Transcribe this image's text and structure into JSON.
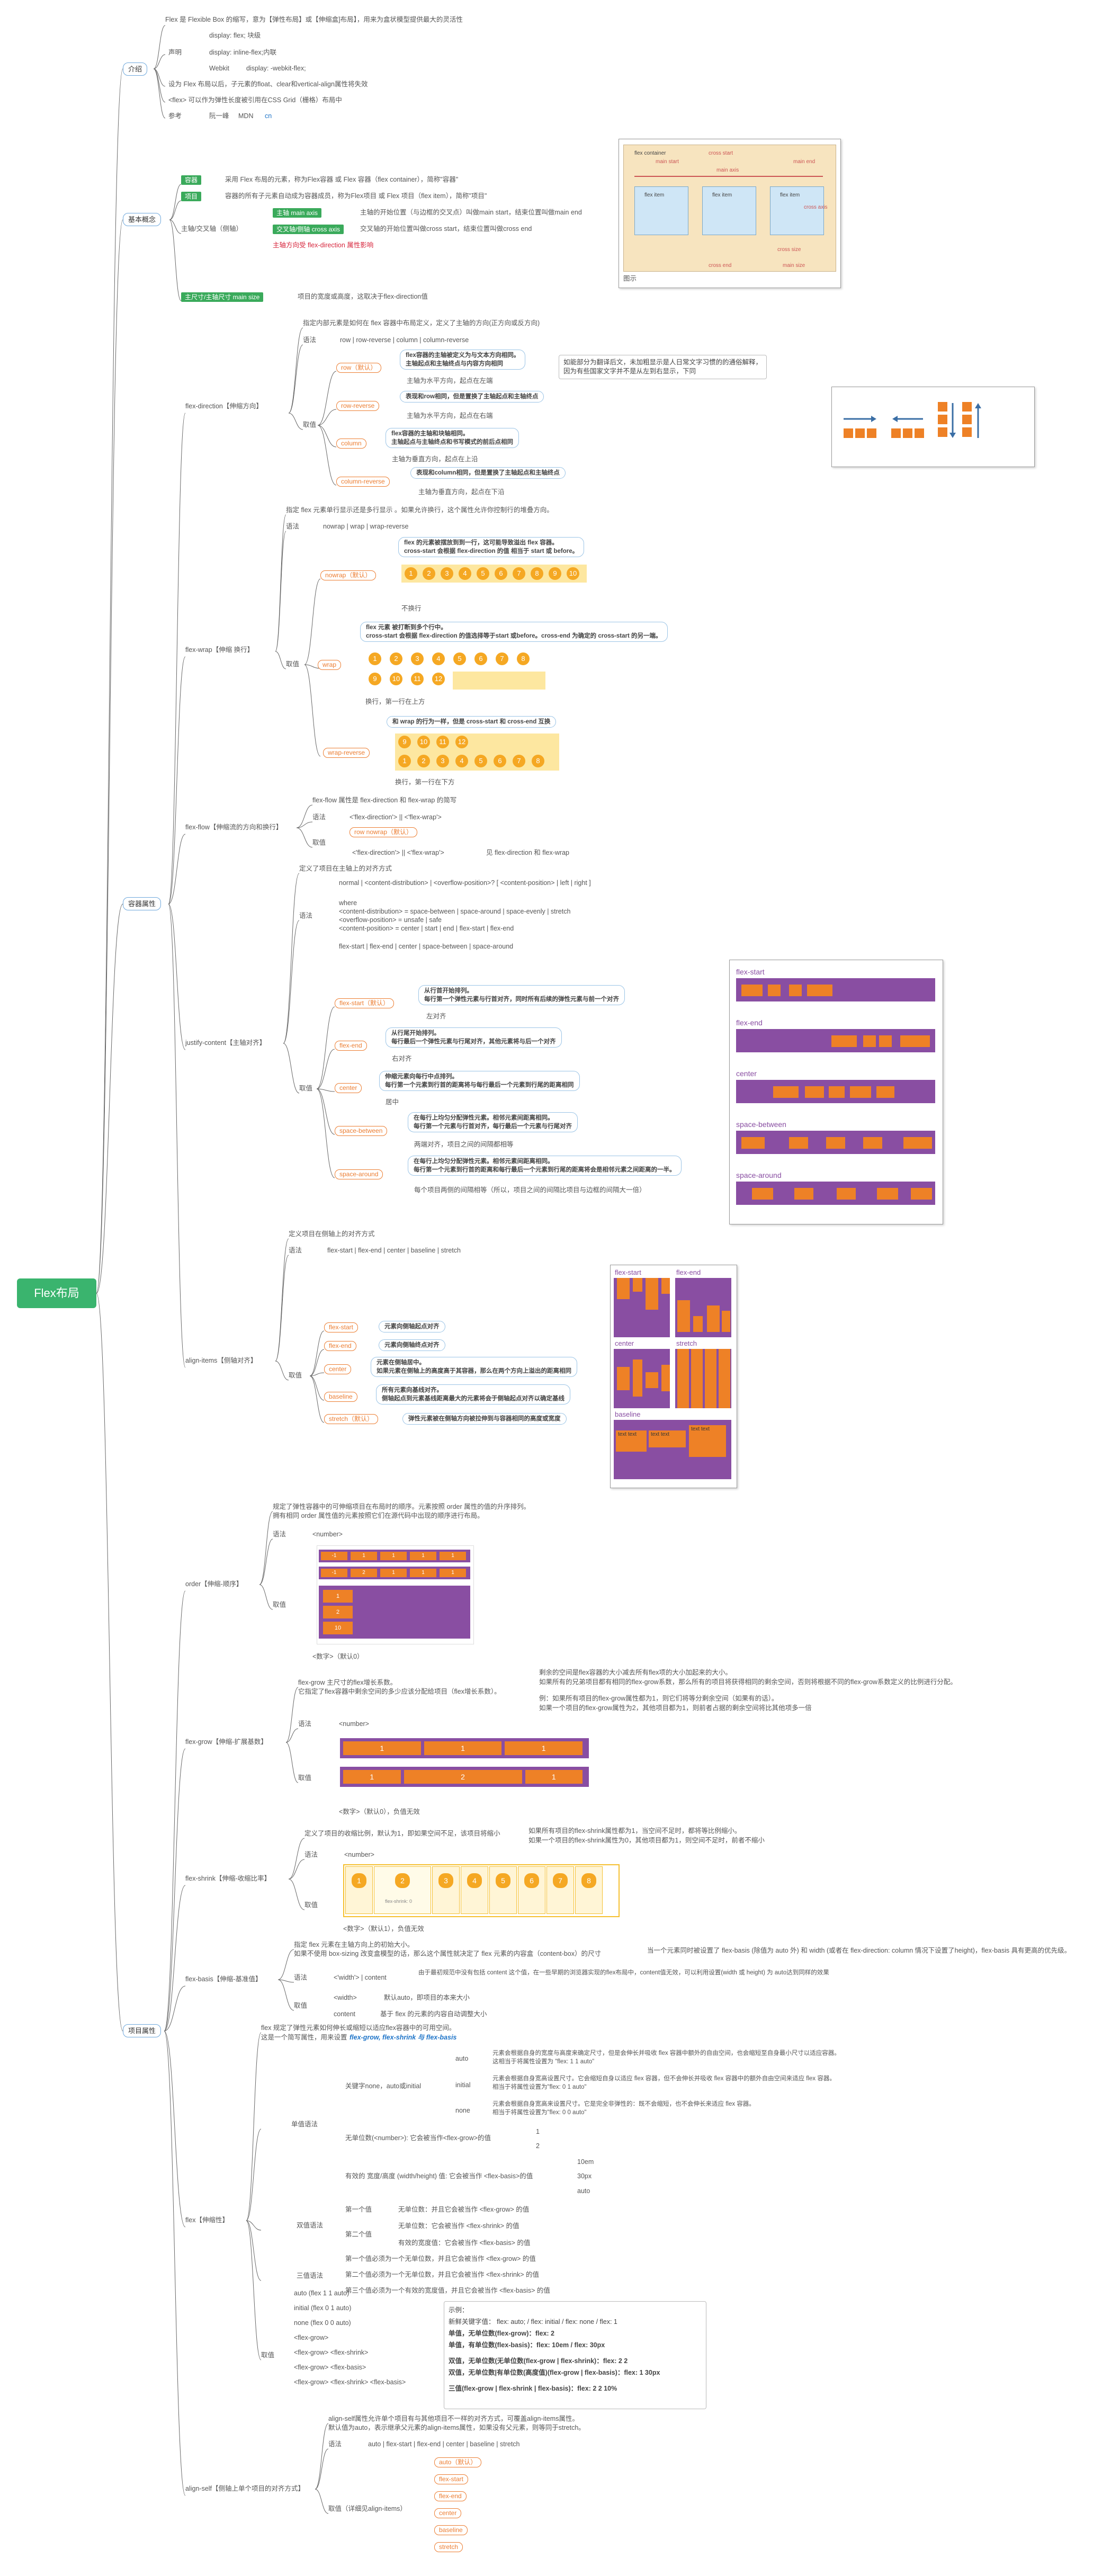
{
  "root": "Flex布局",
  "branches": {
    "intro": "介绍",
    "basics": "基本概念",
    "container": "容器属性",
    "item": "项目属性"
  },
  "intro": {
    "desc": "Flex 是 Flexible Box 的缩写，意为【弹性布局】或【伸缩盒]布局】，用来为盒状模型提供最大的灵活性",
    "decl": "声明",
    "decl1": "display: flex; 块级",
    "decl2": "display: inline-flex;内联",
    "webkit": "Webkit",
    "webkit1": "display: -webkit-flex;",
    "after": "设为 Flex 布局以后，子元素的float、clear和vertical-align属性将失效",
    "grid": "<flex> 可以作为弹性长度被引用在CSS Grid（栅格）布局中",
    "ref": "参考",
    "ref1": "阮一峰",
    "ref2": "MDN",
    "ref3": "cn"
  },
  "basics": {
    "container_tag": "容器",
    "container_txt": "采用 Flex 布局的元素，称为Flex容器 或 Flex 容器（flex container），简称\"容器\"",
    "item_tag": "项目",
    "item_txt": "容器的所有子元素自动成为容器成员，称为Flex项目 或 Flex 项目（flex item），简称\"项目\"",
    "axis": "主轴/交叉轴（侧轴）",
    "main_tag": "主轴 main axis",
    "main_txt": "主轴的开始位置（与边框的交叉点）叫做main start，结束位置叫做main end",
    "cross_tag": "交叉轴/侧轴 cross axis",
    "cross_txt": "交叉轴的开始位置叫做cross start，结束位置叫做cross end",
    "dir_txt": "主轴方向受 flex-direction 属性影响",
    "size_tag": "主尺寸/主轴尺寸 main size",
    "size_txt": "项目的宽度或高度，这取决于flex-direction值",
    "fig": "图示",
    "fig_container": "flex container",
    "fig_item": "flex item",
    "fig_main_start": "main start",
    "fig_main_end": "main end",
    "fig_main_axis": "main axis",
    "fig_main_size": "main size",
    "fig_cross_start": "cross start",
    "fig_cross_end": "cross end",
    "fig_cross_axis": "cross axis",
    "fig_cross_size": "cross size"
  },
  "direction": {
    "name": "flex-direction【伸缩方向】",
    "desc": "指定内部元素是如何在 flex 容器中布局定义，定义了主轴的方向(正方向或反方向)",
    "syntax_label": "语法",
    "syntax": "row | row-reverse | column | column-reverse",
    "value_label": "取值",
    "row": "row（默认）",
    "row1": "flex容器的主轴被定义为与文本方向相同。",
    "row2": "主轴起点和主轴终点与内容方向相同",
    "row3": "主轴为水平方向，起点在左端",
    "rowrev": "row-reverse",
    "rowrev1": "表现和row相同，但是置换了主轴起点和主轴终点",
    "rowrev2": "主轴为水平方向，起点在右端",
    "col": "column",
    "col1": "flex容器的主轴和块轴相同。",
    "col2": "主轴起点与主轴终点和书写模式的前后点相同",
    "col3": "主轴为垂直方向，起点在上沿",
    "colrev": "column-reverse",
    "colrev1": "表现和column相同，但是置换了主轴起点和主轴终点",
    "colrev2": "主轴为垂直方向，起点在下沿",
    "note1": "如能部分为翻译后文，未加粗显示是人日常文字习惯的的通俗解释，",
    "note2": "因为有些国家文字并不是从左到右显示，下同"
  },
  "wrap": {
    "name": "flex-wrap【伸缩 换行】",
    "desc": "指定 flex 元素单行显示还是多行显示 。如果允许换行，这个属性允许你控制行的堆叠方向。",
    "syntax_label": "语法",
    "syntax": "nowrap | wrap | wrap-reverse",
    "value_label": "取值",
    "nowrap": "nowrap（默认）",
    "nowrap1": "flex 的元素被摆放到到一行，这可能导致溢出 flex 容器。",
    "nowrap2": "cross-start 会根据 flex-direction 的值 相当于 start 或 before。",
    "nowrap3": "不换行",
    "wrap": "wrap",
    "wrap1": "flex 元素 被打断到多个行中。",
    "wrap2": "cross-start 会根据 flex-direction 的值选择等于start 或before。cross-end 为确定的 cross-start 的另一端。",
    "wrap3": "换行，第一行在上方",
    "wraprev": "wrap-reverse",
    "wraprev1": "和 wrap 的行为一样，但是 cross-start 和 cross-end 互换",
    "wraprev2": "换行，第一行在下方",
    "nums_a": [
      "1",
      "2",
      "3",
      "4",
      "5",
      "6",
      "7",
      "8",
      "9",
      "10"
    ],
    "nums_b1": [
      "1",
      "2",
      "3",
      "4",
      "5",
      "6",
      "7",
      "8"
    ],
    "nums_b2": [
      "9",
      "10",
      "11",
      "12"
    ],
    "nums_c1": [
      "9",
      "10",
      "11",
      "12"
    ],
    "nums_c2": [
      "1",
      "2",
      "3",
      "4",
      "5",
      "6",
      "7",
      "8"
    ]
  },
  "flow": {
    "name": "flex-flow【伸缩流的方向和换行】",
    "desc": "flex-flow 属性是 flex-direction 和 flex-wrap 的简写",
    "syntax_label": "语法",
    "syntax": "<'flex-direction'> || <'flex-wrap'>",
    "value_label": "取值",
    "v1": "row nowrap（默认）",
    "v2": "<'flex-direction'> || <'flex-wrap'>",
    "v2n": "见 flex-direction 和 flex-wrap"
  },
  "justify": {
    "name": "justify-content【主轴对齐】",
    "desc": "定义了项目在主轴上的对齐方式",
    "syntax_label": "语法",
    "s1": "normal | <content-distribution> | <overflow-position>? [ <content-position> | left | right ]",
    "s2": "where",
    "s3": "<content-distribution> = space-between | space-around | space-evenly | stretch",
    "s4": "<overflow-position> = unsafe | safe",
    "s5": "<content-position> = center | start | end | flex-start | flex-end",
    "s6": "flex-start | flex-end | center | space-between | space-around",
    "value_label": "取值",
    "fs": "flex-start（默认）",
    "fs1": "从行首开始排列。",
    "fs2": "每行第一个弹性元素与行首对齐，同时所有后续的弹性元素与前一个对齐",
    "fs3": "左对齐",
    "fe": "flex-end",
    "fe1": "从行尾开始排列。",
    "fe2": "每行最后一个弹性元素与行尾对齐，其他元素将与后一个对齐",
    "fe3": "右对齐",
    "ct": "center",
    "ct1": "伸缩元素向每行中点排列。",
    "ct2": "每行第一个元素到行首的距离将与每行最后一个元素到行尾的距离相同",
    "ct3": "居中",
    "sb": "space-between",
    "sb1": "在每行上均匀分配弹性元素。相邻元素间距离相同。",
    "sb2": "每行第一个元素与行首对齐，每行最后一个元素与行尾对齐",
    "sb3": "两端对齐，项目之间的间隔都相等",
    "sa": "space-around",
    "sa1": "在每行上均匀分配弹性元素。相邻元素间距离相同。",
    "sa2": "每行第一个元素到行首的距离和每行最后一个元素到行尾的距离将会是相邻元素之间距离的一半。",
    "sa3": "每个项目两侧的间隔相等（所以，项目之间的间隔比项目与边框的间隔大一倍）",
    "labels": [
      "flex-start",
      "flex-end",
      "center",
      "space-between",
      "space-around"
    ]
  },
  "align": {
    "name": "align-items【侧轴对齐】",
    "desc": "定义项目在侧轴上的对齐方式",
    "syntax_label": "语法",
    "syntax": "flex-start | flex-end | center | baseline | stretch",
    "value_label": "取值",
    "fs": "flex-start",
    "fs1": "元素向侧轴起点对齐",
    "fe": "flex-end",
    "fe1": "元素向侧轴终点对齐",
    "ct": "center",
    "ct1": "元素在侧轴居中。",
    "ct2": "如果元素在侧轴上的高度高于其容器，那么在两个方向上溢出的距离相同",
    "bl": "baseline",
    "bl1": "所有元素向基线对齐。",
    "bl2": "侧轴起点到元素基线距离最大的元素将会于侧轴起点对齐以确定基线",
    "st": "stretch（默认）",
    "st1": "弹性元素被在侧轴方向被拉伸到与容器相同的高度或宽度",
    "labels": [
      "flex-start",
      "flex-end",
      "center",
      "stretch",
      "baseline"
    ],
    "text": "text text"
  },
  "order": {
    "name": "order【伸缩-顺序】",
    "desc1": "规定了弹性容器中的可伸缩项目在布局时的顺序。元素按照 order 属性的值的升序排列。",
    "desc2": "拥有相同 order 属性值的元素按照它们在源代码中出现的顺序进行布局。",
    "syntax_label": "语法",
    "syntax": "<number>",
    "value_label": "取值",
    "value": "<数字>（默认0）",
    "row1": [
      "-1",
      "1",
      "1",
      "1",
      "1"
    ],
    "row2": [
      "-1",
      "2",
      "1",
      "1",
      "1"
    ],
    "col": [
      "1",
      "2",
      "10"
    ]
  },
  "grow": {
    "name": "flex-grow【伸缩-扩展基数】",
    "desc1": "flex-grow 主尺寸的flex增长系数。",
    "desc2": "它指定了flex容器中剩余空间的多少应该分配给项目（flex增长系数）。",
    "n1": "剩余的空间是flex容器的大小减去所有flex项的大小加起来的大小。",
    "n2": "如果所有的兄弟项目都有相同的flex-grow系数，那么所有的项目将获得相同的剩余空间，否则将根据不同的flex-grow系数定义的比例进行分配。",
    "n3": "例：如果所有项目的flex-grow属性都为1，则它们将等分剩余空间（如果有的话）。",
    "n4": "如果一个项目的flex-grow属性为2，其他项目都为1，则前者占据的剩余空间将比其他项多一倍",
    "syntax_label": "语法",
    "syntax": "<number>",
    "value_label": "取值",
    "value": "<数字>（默认0），负值无效",
    "b1": [
      "1",
      "1",
      "1"
    ],
    "b2": [
      "1",
      "2",
      "1"
    ]
  },
  "shrink": {
    "name": "flex-shrink【伸缩-收缩比率】",
    "desc": "定义了项目的收缩比例，默认为1，即如果空间不足，该项目将缩小",
    "n1": "如果所有项目的flex-shrink属性都为1，当空间不足时，都将等比例缩小。",
    "n2": "如果一个项目的flex-shrink属性为0，其他项目都为1，则空间不足时，前者不缩小",
    "syntax_label": "语法",
    "syntax": "<number>",
    "value_label": "取值",
    "value": "<数字>（默认1），负值无效",
    "nums": [
      "1",
      "2",
      "3",
      "4",
      "5",
      "6",
      "7",
      "8"
    ],
    "flex_shrink_0": "flex-shrink: 0"
  },
  "basis": {
    "name": "flex-basis【伸缩-基准值】",
    "desc1": "指定 flex 元素在主轴方向上的初始大小。",
    "desc2": "如果不使用 box-sizing 改变盒模型的话，那么这个属性就决定了 flex 元素的内容盒（content-box）的尺寸",
    "desc3": "当一个元素同时被设置了 flex-basis (除值为 auto 外) 和 width (或者在 flex-direction: column 情况下设置了height)，flex-basis 具有更高的优先级。",
    "syntax_label": "语法",
    "syntax": "<'width'> | content",
    "syntax_n": "由于最初规范中没有包括 content 这个值，在一些早期的浏览器实现的flex布局中，content值无效，可以利用设置(width 或 height) 为 auto达到同样的效果",
    "value_label": "取值",
    "v1": "<width>",
    "v1n": "默认auto，即项目的本来大小",
    "v2": "content",
    "v2n": "基于 flex 的元素的内容自动调整大小"
  },
  "flex": {
    "name": "flex【伸缩性】",
    "desc1": "flex 规定了弹性元素如何伸长或缩短以适应flex容器中的可用空间。",
    "desc2": "这是一个简写属性，用来设置",
    "desc3": "flex-grow, flex-shrink 与 flex-basis",
    "single": "单值语法",
    "kw": "关键字none，auto或initial",
    "auto": "auto",
    "auto1": "元素会根据自身的宽度与高度来确定尺寸，但是会伸长并吸收 flex 容器中额外的自由空间，也会缩短至自身最小尺寸以适应容器。",
    "auto2": "这相当于将属性设置为 \"flex: 1 1 auto\"",
    "initial": "initial",
    "init1": "元素会根据自身宽高设置尺寸。它会缩短自身以适应 flex 容器，但不会伸长并吸收 flex 容器中的额外自由空间来适应 flex 容器。",
    "init2": "相当于将属性设置为\"flex: 0 1 auto\"",
    "none": "none",
    "none1": "元素会根据自身宽高来设置尺寸。它是完全非弹性的：既不会缩短，也不会伸长来适应 flex 容器。",
    "none2": "相当于将属性设置为\"flex: 0 0 auto\"",
    "num": "无单位数(<number>): 它会被当作<flex-grow>的值",
    "num_a": "1",
    "num_b": "2",
    "wh": "有效的 宽度/高度 (width/height) 值: 它会被当作 <flex-basis>的值",
    "wh_a": "10em",
    "wh_b": "30px",
    "wh_c": "auto",
    "double": "双值语法",
    "d_first": "第一个值",
    "d_first1": "无单位数：并且它会被当作 <flex-grow> 的值",
    "d_second": "第二个值",
    "d_second1": "无单位数：它会被当作 <flex-shrink> 的值",
    "d_second2": "有效的宽度值：它会被当作 <flex-basis> 的值",
    "triple": "三值语法",
    "t1": "第一个值必须为一个无单位数，并且它会被当作 <flex-grow> 的值",
    "t2": "第二个值必须为一个无单位数，并且它会被当作 <flex-shrink> 的值",
    "t3": "第三个值必须为一个有效的宽度值，并且它会被当作 <flex-basis> 的值",
    "value_label": "取值",
    "vals": [
      "auto (flex 1 1 auto)",
      "initial (flex 0 1 auto)",
      "none (flex 0 0 auto)",
      "<flex-grow>",
      "<flex-grow> <flex-shrink>",
      "<flex-grow> <flex-basis>",
      "<flex-grow> <flex-shrink> <flex-basis>"
    ],
    "ex_title": "示例：",
    "ex1": "新鲜关键字值： flex: auto; / flex: initial / flex: none / flex: 1",
    "ex2": "单值，无单位数(flex-grow)：flex: 2",
    "ex3": "单值，有单位数(flex-basis)：flex: 10em / flex: 30px",
    "ex4": "双值，无单位数(无单位数(flex-grow | flex-shrink)：flex: 2 2",
    "ex5": "双值，无单位数|有单位数(高度值)(flex-grow | flex-basis)：flex: 1 30px",
    "ex6": "三值(flex-grow | flex-shrink | flex-basis)：flex: 2 2 10%"
  },
  "self": {
    "name": "align-self【侧轴上单个项目的对齐方式】",
    "desc1": "align-self属性允许单个项目有与其他项目不一样的对齐方式，可覆盖align-items属性。",
    "desc2": "默认值为auto，表示继承父元素的align-items属性，如果没有父元素，则等同于stretch。",
    "syntax_label": "语法",
    "syntax": "auto | flex-start | flex-end | center | baseline | stretch",
    "value_label": "取值（详细见align-items）",
    "vals": [
      "auto（默认）",
      "flex-start",
      "flex-end",
      "center",
      "baseline",
      "stretch"
    ]
  }
}
